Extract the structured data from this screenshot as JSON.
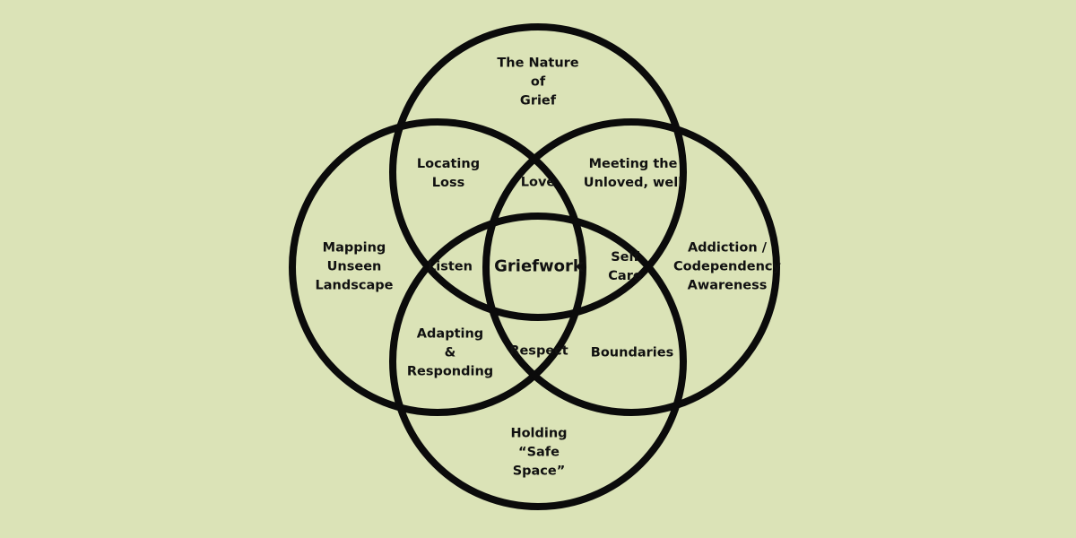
{
  "background_color": "#dbe3b7",
  "line_color": "#0b0b0b",
  "diagram": {
    "type": "four-circle venn",
    "circles": [
      "top",
      "left",
      "right",
      "bottom"
    ],
    "labels": {
      "top": "The Nature\nof\nGrief",
      "left": "Mapping\nUnseen\nLandscape",
      "right": "Addiction /\nCodependency\nAwareness",
      "bottom": "Holding\n“Safe\nSpace”",
      "top_left": "Locating\nLoss",
      "top_right": "Meeting the\nUnloved, well",
      "bottom_left": "Adapting\n&\nResponding",
      "bottom_right": "Boundaries",
      "top_center": "Love",
      "left_center": "Listen",
      "right_center": "Self\nCare",
      "bottom_center": "Respect",
      "center": "Griefwork"
    }
  }
}
